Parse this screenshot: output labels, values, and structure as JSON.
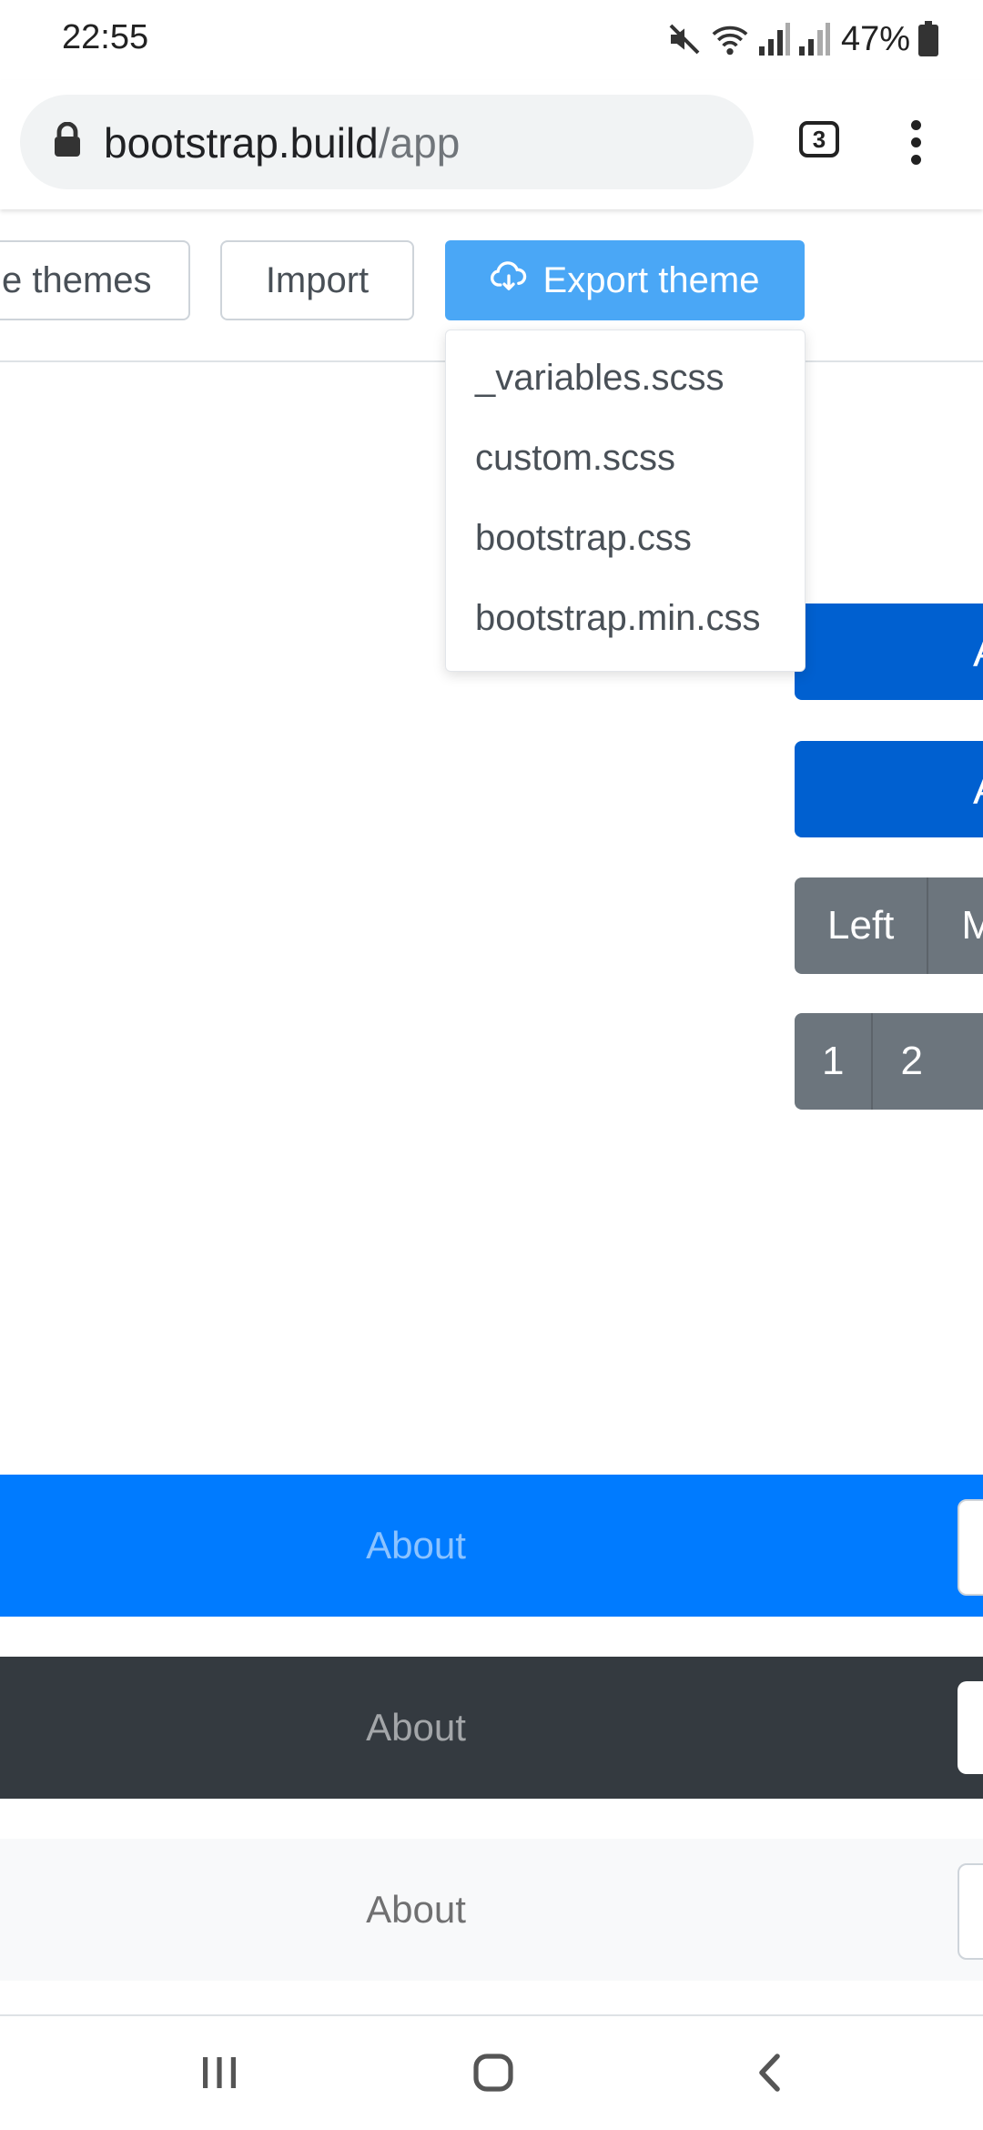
{
  "status_bar": {
    "time": "22:55",
    "battery_percent": "47%",
    "icons": [
      "mute-icon",
      "wifi-icon",
      "signal-icon",
      "signal-icon",
      "battery-icon"
    ]
  },
  "browser": {
    "url_host": "bootstrap.build",
    "url_path": "/app",
    "tab_count": "3",
    "icons": [
      "lock-icon",
      "tabs-icon",
      "more-vert-icon"
    ]
  },
  "toolbar": {
    "themes_label": "e themes",
    "import_label": "Import",
    "export_label": "Export theme",
    "export_icon": "cloud-download-icon",
    "accent_color": "#4aa7f6"
  },
  "export_menu": {
    "items": [
      "_variables.scss",
      "custom.scss",
      "bootstrap.css",
      "bootstrap.min.css"
    ]
  },
  "preview": {
    "primary_button_1": "A",
    "primary_button_2": "A",
    "button_group": [
      "Left",
      "M"
    ],
    "pagination": [
      "1",
      "2"
    ],
    "primary_color": "#0060d0",
    "secondary_color": "#6c757d"
  },
  "navbars": [
    {
      "variant": "primary",
      "link": "About",
      "color": "#007bff"
    },
    {
      "variant": "dark",
      "link": "About",
      "color": "#343a40"
    },
    {
      "variant": "light",
      "link": "About",
      "color": "#f8f9fa"
    }
  ],
  "system_nav": {
    "icons": [
      "recents-icon",
      "home-icon",
      "back-icon"
    ]
  }
}
